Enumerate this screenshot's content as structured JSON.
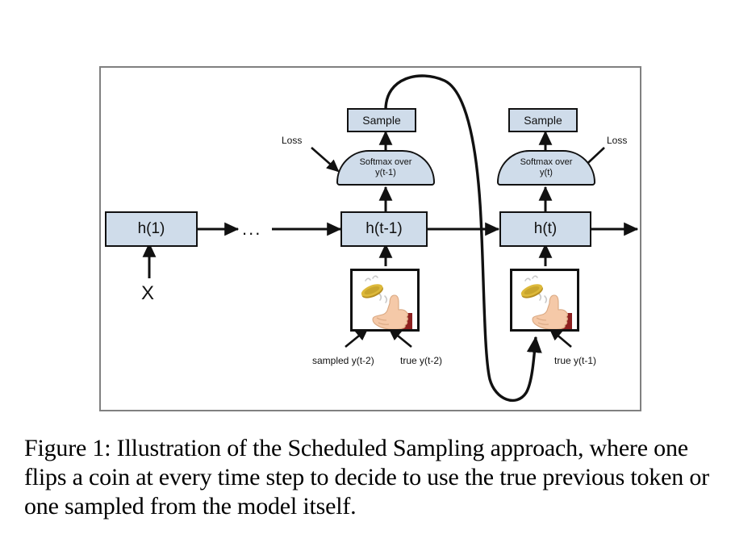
{
  "figure": {
    "caption": "Figure 1: Illustration of the Scheduled Sampling approach, where one flips a coin at every time step to decide to use the true previous token or one sampled from the model itself.",
    "frame_border_color": "#808080",
    "box_fill_color": "#cfdcea",
    "box_stroke_color": "#111111",
    "coin_color": "#ddb93a",
    "skin_color": "#f5c9a8",
    "sleeve_color": "#8e2020"
  },
  "diagram": {
    "nodes": {
      "h_first": "h(1)",
      "h_prev": "h(t-1)",
      "h_curr": "h(t)",
      "sample_left": "Sample",
      "sample_right": "Sample",
      "softmax_left_line1": "Softmax over",
      "softmax_left_line2": "y(t-1)",
      "softmax_right_line1": "Softmax over",
      "softmax_right_line2": "y(t)"
    },
    "labels": {
      "input_x": "X",
      "ellipsis": "...",
      "loss_left": "Loss",
      "loss_right": "Loss",
      "sampled_y_t2": "sampled y(t-2)",
      "true_y_t2": "true y(t-2)",
      "true_y_t1": "true y(t-1)"
    },
    "icons": {
      "coin_flip_left": "coin-flip-icon",
      "coin_flip_right": "coin-flip-icon"
    }
  }
}
